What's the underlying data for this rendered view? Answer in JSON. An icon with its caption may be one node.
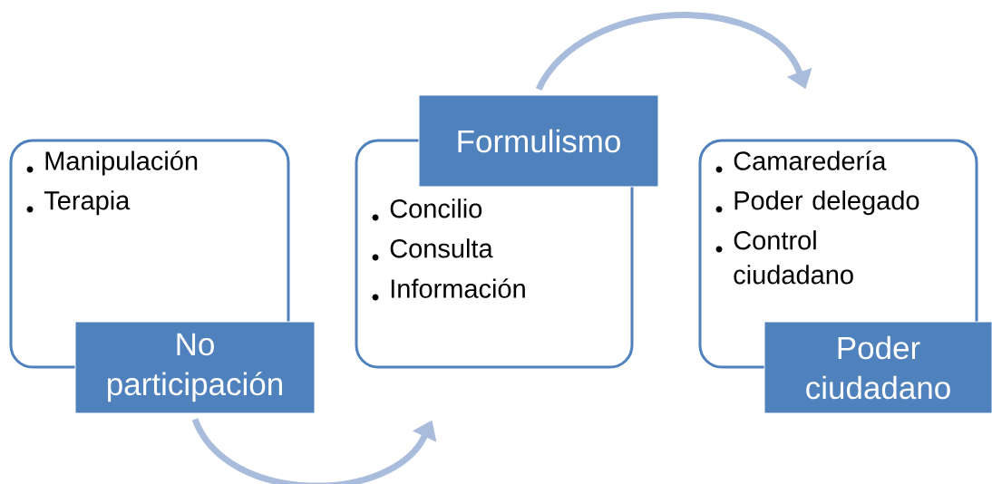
{
  "diagram": {
    "nodes": [
      {
        "text": [
          "Manipulación",
          "Terapia"
        ]
      },
      {
        "text": [
          "No participación"
        ]
      },
      {
        "text": [
          "Concilio",
          "Consulta",
          "Información"
        ]
      },
      {
        "text": [
          "Formulismo"
        ]
      },
      {
        "text": [
          "Camaredería",
          "Poder delegado",
          "Control ciudadano"
        ]
      },
      {
        "text": [
          "Poder ciudadano"
        ]
      }
    ],
    "edges": [
      {
        "from": 1,
        "to": 2,
        "arrow": "to"
      },
      {
        "from": 3,
        "to": 4,
        "arrow": "to"
      }
    ]
  }
}
